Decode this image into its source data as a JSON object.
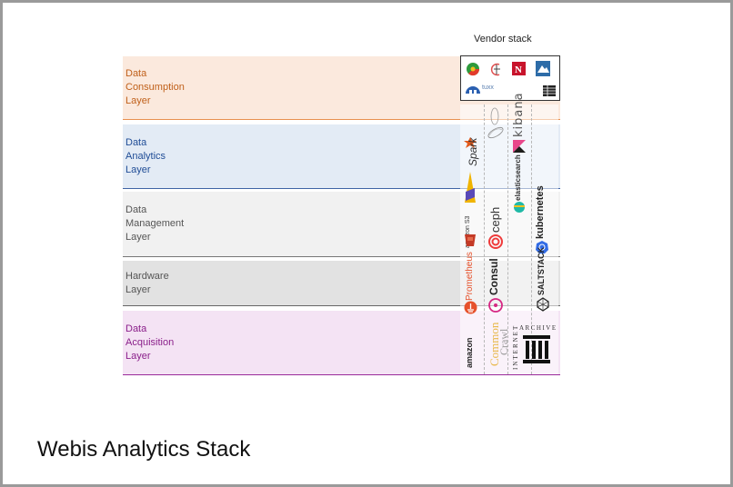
{
  "title": "Webis Analytics Stack",
  "vendor_stack_label": "Vendor stack",
  "layers": [
    {
      "id": "consumption",
      "lines": [
        "Data",
        "Consumption",
        "Layer"
      ],
      "text_color": "#c0601a",
      "bg": "#fbe9dd",
      "line_color": "#e8904f"
    },
    {
      "id": "analytics",
      "lines": [
        "Data",
        "Analytics",
        "Layer"
      ],
      "text_color": "#1f4c96",
      "bg": "#e3ebf5",
      "line_color": "#3f63a5"
    },
    {
      "id": "management",
      "lines": [
        "Data",
        "Management",
        "Layer"
      ],
      "text_color": "#555555",
      "bg": "#f1f1f1",
      "line_color": "#777777"
    },
    {
      "id": "hardware",
      "lines": [
        "Hardware",
        "Layer"
      ],
      "text_color": "#555555",
      "bg": "#e2e2e2",
      "line_color": "#666666"
    },
    {
      "id": "acquisition",
      "lines": [
        "Data",
        "Acquisition",
        "Layer"
      ],
      "text_color": "#8a1f8a",
      "bg": "#f4e3f4",
      "line_color": "#9a2a9a"
    }
  ],
  "vendor_logos": {
    "tuxx": "tuxx",
    "kibana": "kibana",
    "elasticsearch": "elasticsearch",
    "spark": "Spark",
    "amazon_s3": "amazon S3",
    "ceph": "ceph",
    "kubernetes": "kubernetes",
    "prometheus": "Prometheus",
    "consul": "Consul",
    "saltstack": "SALTSTACK",
    "amazon_aws": "amazon",
    "common_crawl_1": "Common",
    "common_crawl_2": "Crawl",
    "internet": "INTERNET",
    "archive": "ARCHIVE"
  },
  "colors": {
    "frame_border": "#9a9a9a",
    "kibana_pink": "#e8488b",
    "elastic_yellow": "#f0c020",
    "elastic_teal": "#1fb9a6",
    "k8s_blue": "#326ce5",
    "prometheus_orange": "#e6522c",
    "ceph_red": "#ef3b3b"
  }
}
